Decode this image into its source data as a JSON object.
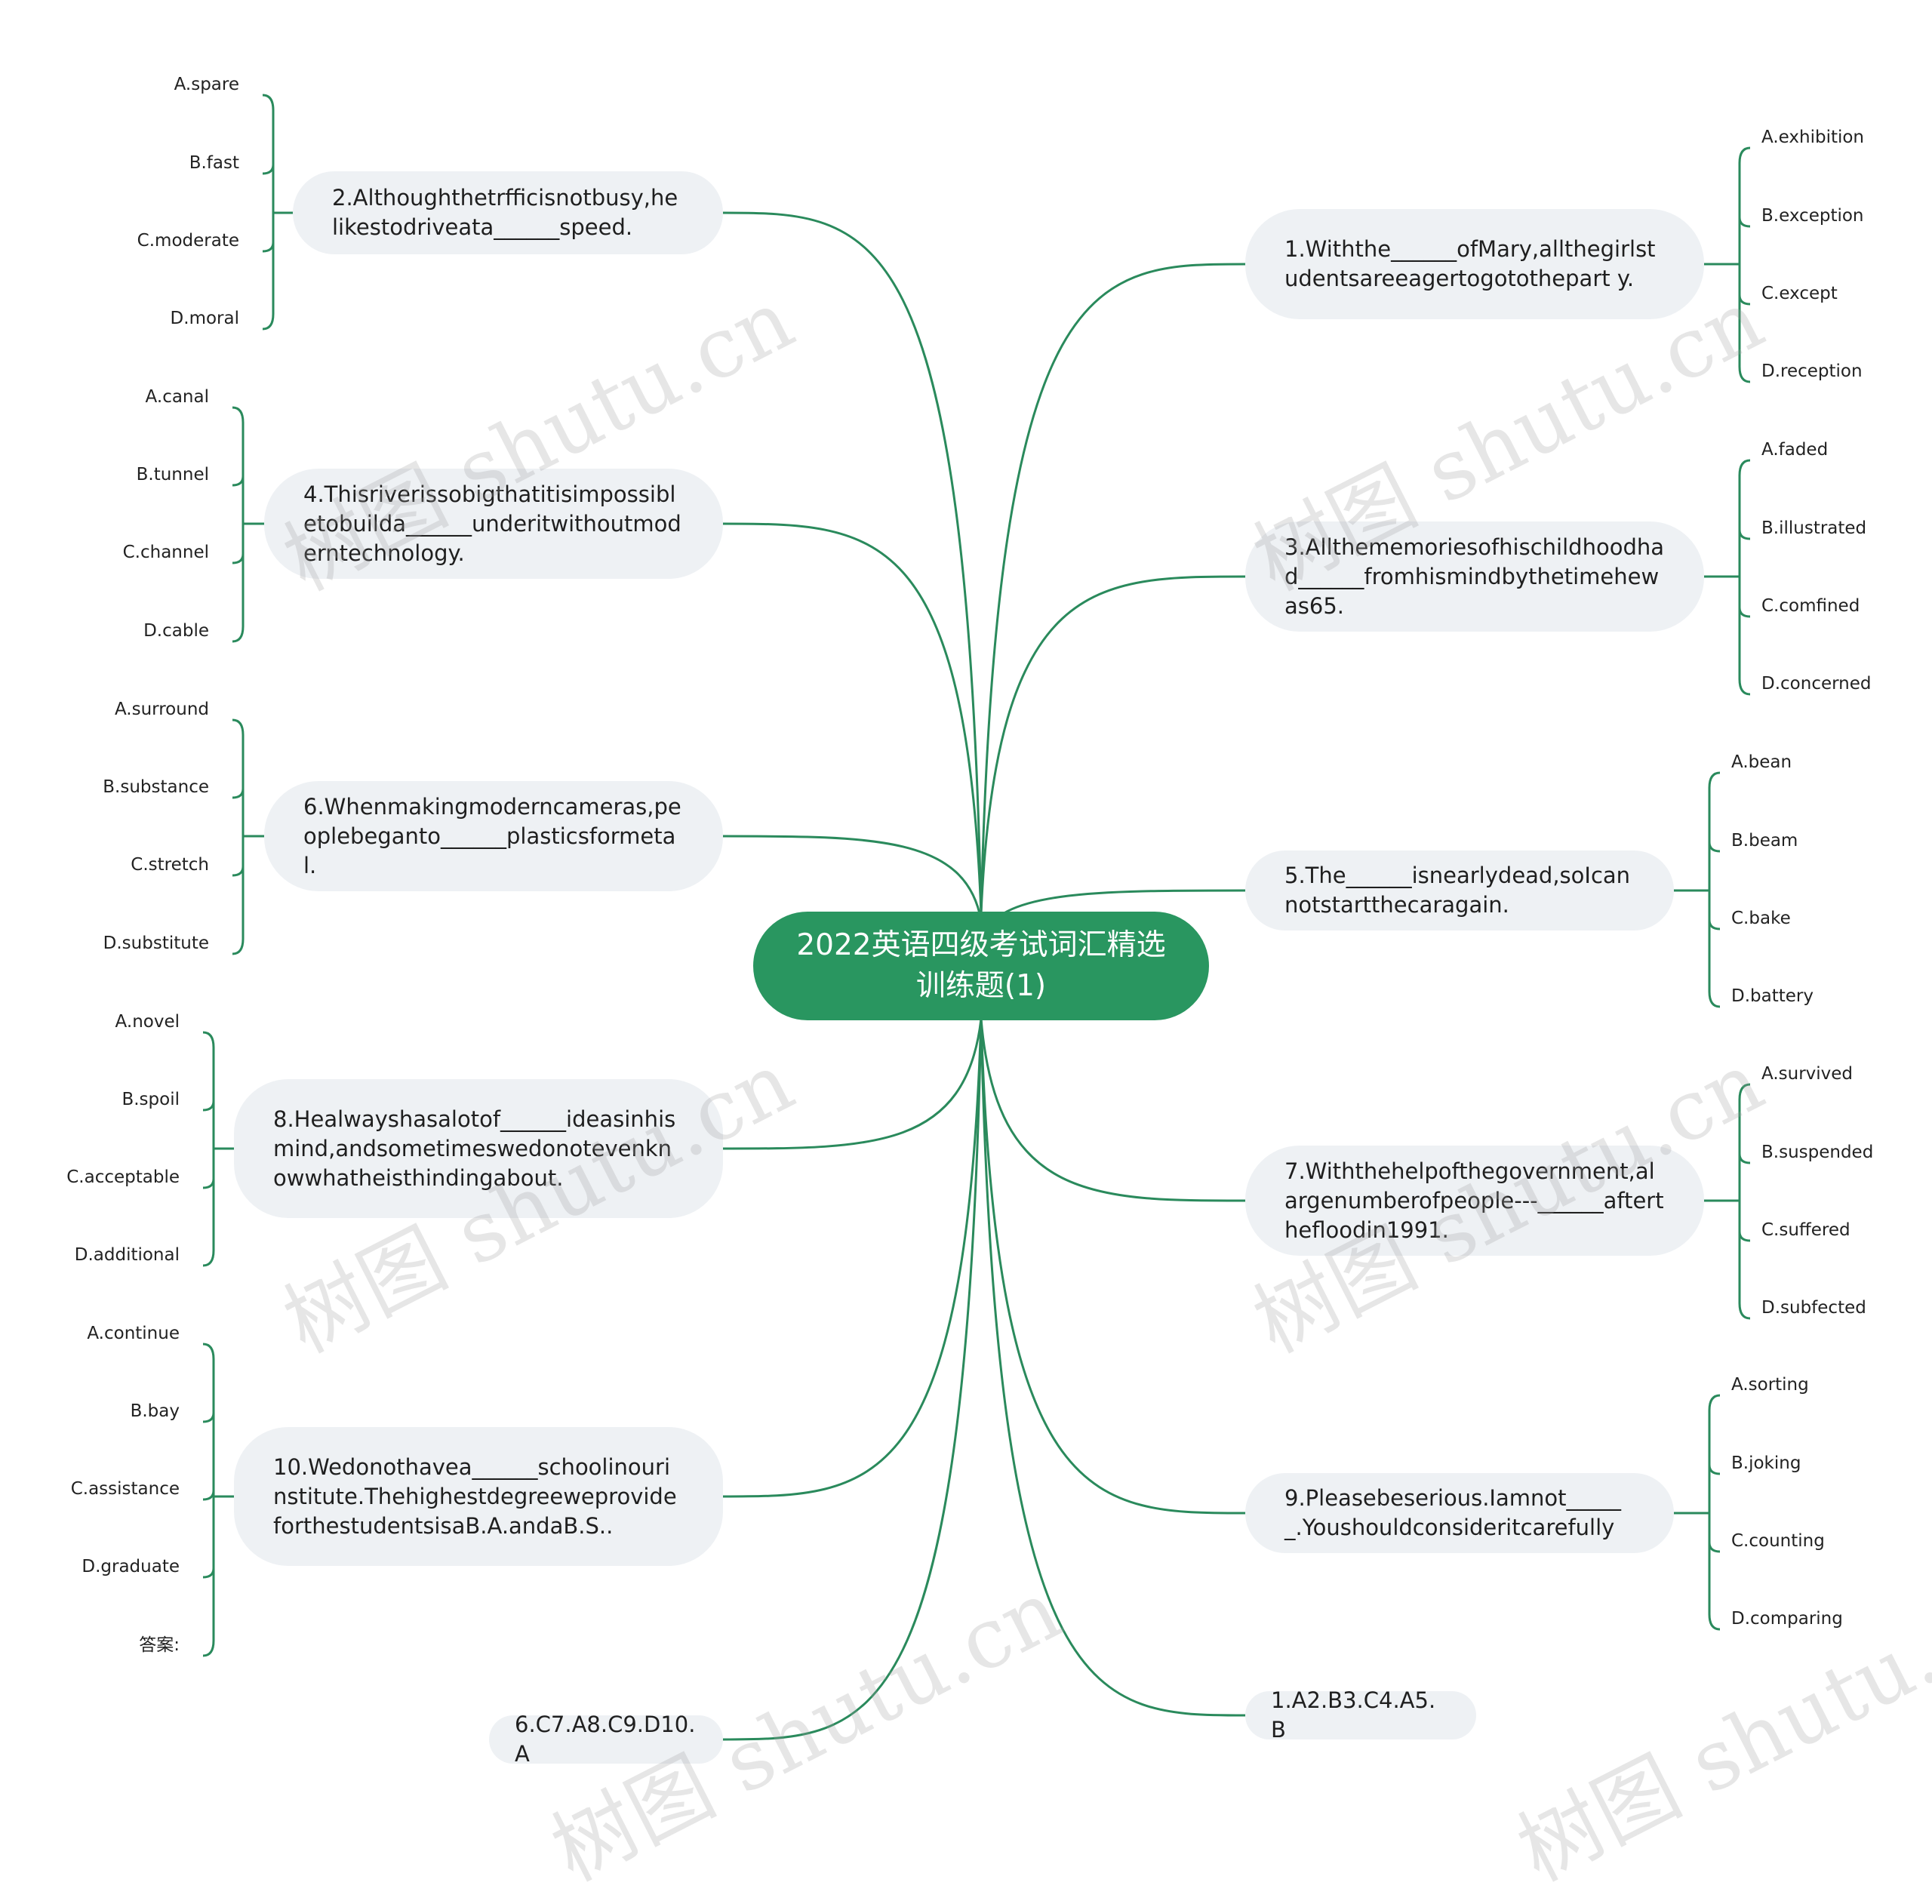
{
  "root": {
    "title": "2022英语四级考试词汇精选训练题(1)"
  },
  "watermark": "树图 shutu.cn",
  "colors": {
    "accent": "#299660",
    "line": "#2a8a5c",
    "node_bg": "#eef1f4"
  },
  "questions": [
    {
      "id": "q1",
      "text": "1.Withthe______ofMary,allthegirlstudentsareeagertogotothepart y.",
      "options": [
        "A.exhibition",
        "B.exception",
        "C.except",
        "D.reception"
      ]
    },
    {
      "id": "q2",
      "text": "2.Althoughthetrfficisnotbusy,helikestodriveata______speed.",
      "options": [
        "A.spare",
        "B.fast",
        "C.moderate",
        "D.moral"
      ]
    },
    {
      "id": "q3",
      "text": "3.Allthememoriesofhischildhoodhad______fromhismindbythetimehewas65.",
      "options": [
        "A.faded",
        "B.illustrated",
        "C.comfined",
        "D.concerned"
      ]
    },
    {
      "id": "q4",
      "text": "4.Thisriverissobigthatitisimpossibletobuilda______underitwithoutmoderntechnology.",
      "options": [
        "A.canal",
        "B.tunnel",
        "C.channel",
        "D.cable"
      ]
    },
    {
      "id": "q5",
      "text": "5.The______isnearlydead,soIcannotstartthecaragain.",
      "options": [
        "A.bean",
        "B.beam",
        "C.bake",
        "D.battery"
      ]
    },
    {
      "id": "q6",
      "text": "6.Whenmakingmoderncameras,peoplebeganto______plasticsformetal.",
      "options": [
        "A.surround",
        "B.substance",
        "C.stretch",
        "D.substitute"
      ]
    },
    {
      "id": "q7",
      "text": "7.Withthehelpofthegovernment,alargenumberofpeople---______afterthefloodin1991.",
      "options": [
        "A.survived",
        "B.suspended",
        "C.suffered",
        "D.subfected"
      ]
    },
    {
      "id": "q8",
      "text": "8.Healwayshasalotof______ideasinhismind,andsometimeswedonotevenknowwhatheisthindingabout.",
      "options": [
        "A.novel",
        "B.spoil",
        "C.acceptable",
        "D.additional"
      ]
    },
    {
      "id": "q9",
      "text": "9.Pleasebeserious.Iamnot______.Youshouldconsideritcarefully",
      "options": [
        "A.sorting",
        "B.joking",
        "C.counting",
        "D.comparing"
      ]
    },
    {
      "id": "q10",
      "text": "10.Wedonothavea______schoolinourinstitute.ThehighestdegreeweprovideforthestudentsisaB.A.andaB.S..",
      "options": [
        "A.continue",
        "B.bay",
        "C.assistance",
        "D.graduate",
        "答案:"
      ]
    },
    {
      "id": "ans1",
      "text": "1.A2.B3.C4.A5.B",
      "options": []
    },
    {
      "id": "ans2",
      "text": "6.C7.A8.C9.D10.A",
      "options": []
    }
  ]
}
